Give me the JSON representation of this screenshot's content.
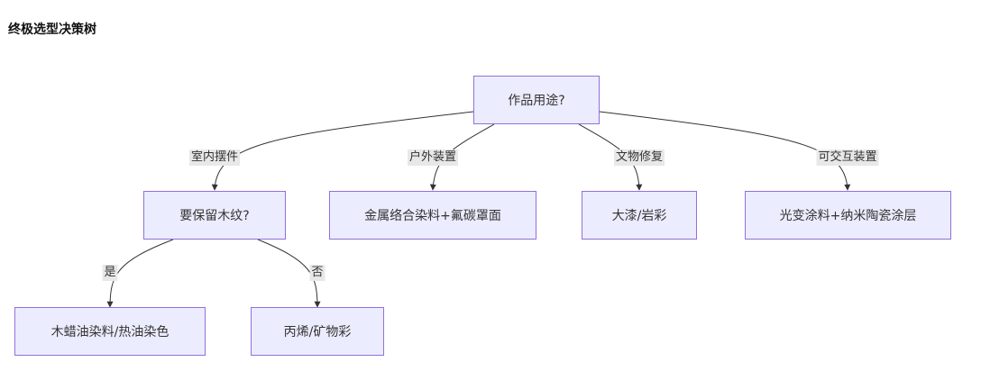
{
  "title": "终极选型决策树",
  "colors": {
    "node_fill": "#ECECFF",
    "node_border": "#9370DB",
    "edge": "#333333",
    "label_bg": "#e8e8e8"
  },
  "nodes": {
    "root": "作品用途?",
    "wood_question": "要保留木纹?",
    "outdoor": "金属络合染料+氟碳罩面",
    "heritage": "大漆/岩彩",
    "interactive": "光变涂料+纳米陶瓷涂层",
    "wood_yes": "木蜡油染料/热油染色",
    "wood_no": "丙烯/矿物彩"
  },
  "edges": {
    "indoor": "室内摆件",
    "outdoor": "户外装置",
    "heritage": "文物修复",
    "interactive": "可交互装置",
    "yes": "是",
    "no": "否"
  }
}
